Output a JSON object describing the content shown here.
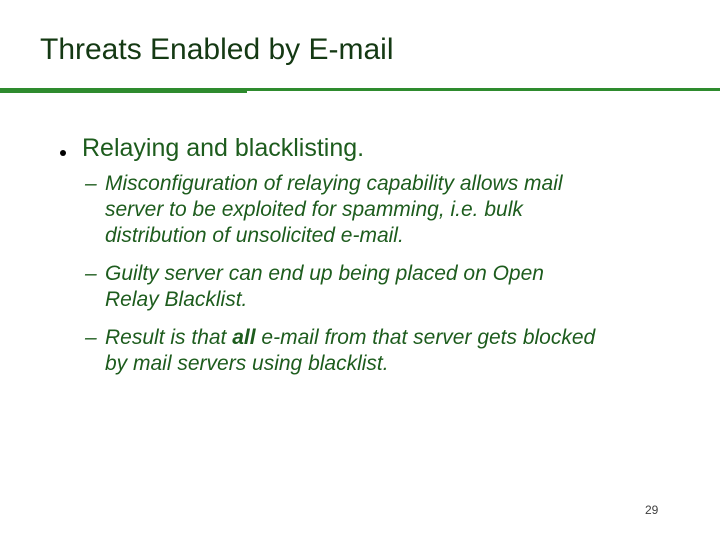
{
  "slide": {
    "title": "Threats Enabled by E-mail",
    "page_number": "29",
    "bullet": {
      "marker": "•",
      "text": "Relaying and blacklisting."
    },
    "sub_marker": "–",
    "sub_bullets": [
      {
        "lines": [
          [
            {
              "t": "Misconfiguration of relaying capability allows mail"
            }
          ],
          [
            {
              "t": "server to be exploited for spamming, i.e. bulk"
            }
          ],
          [
            {
              "t": "distribution of unsolicited e-mail."
            }
          ]
        ]
      },
      {
        "lines": [
          [
            {
              "t": "Guilty server can end up being placed on Open"
            }
          ],
          [
            {
              "t": "Relay Blacklist."
            }
          ]
        ]
      },
      {
        "lines": [
          [
            {
              "t": "Result is that "
            },
            {
              "t": "all",
              "b": true
            },
            {
              "t": " e-mail from that server gets blocked"
            }
          ],
          [
            {
              "t": "by mail servers using blacklist."
            }
          ]
        ]
      }
    ],
    "colors": {
      "bg": "#ffffff",
      "title": "#143913",
      "body": "#1d5c1d",
      "rule": "#2e8b2e",
      "dot": "#000000",
      "page": "#3f3f3f"
    }
  }
}
